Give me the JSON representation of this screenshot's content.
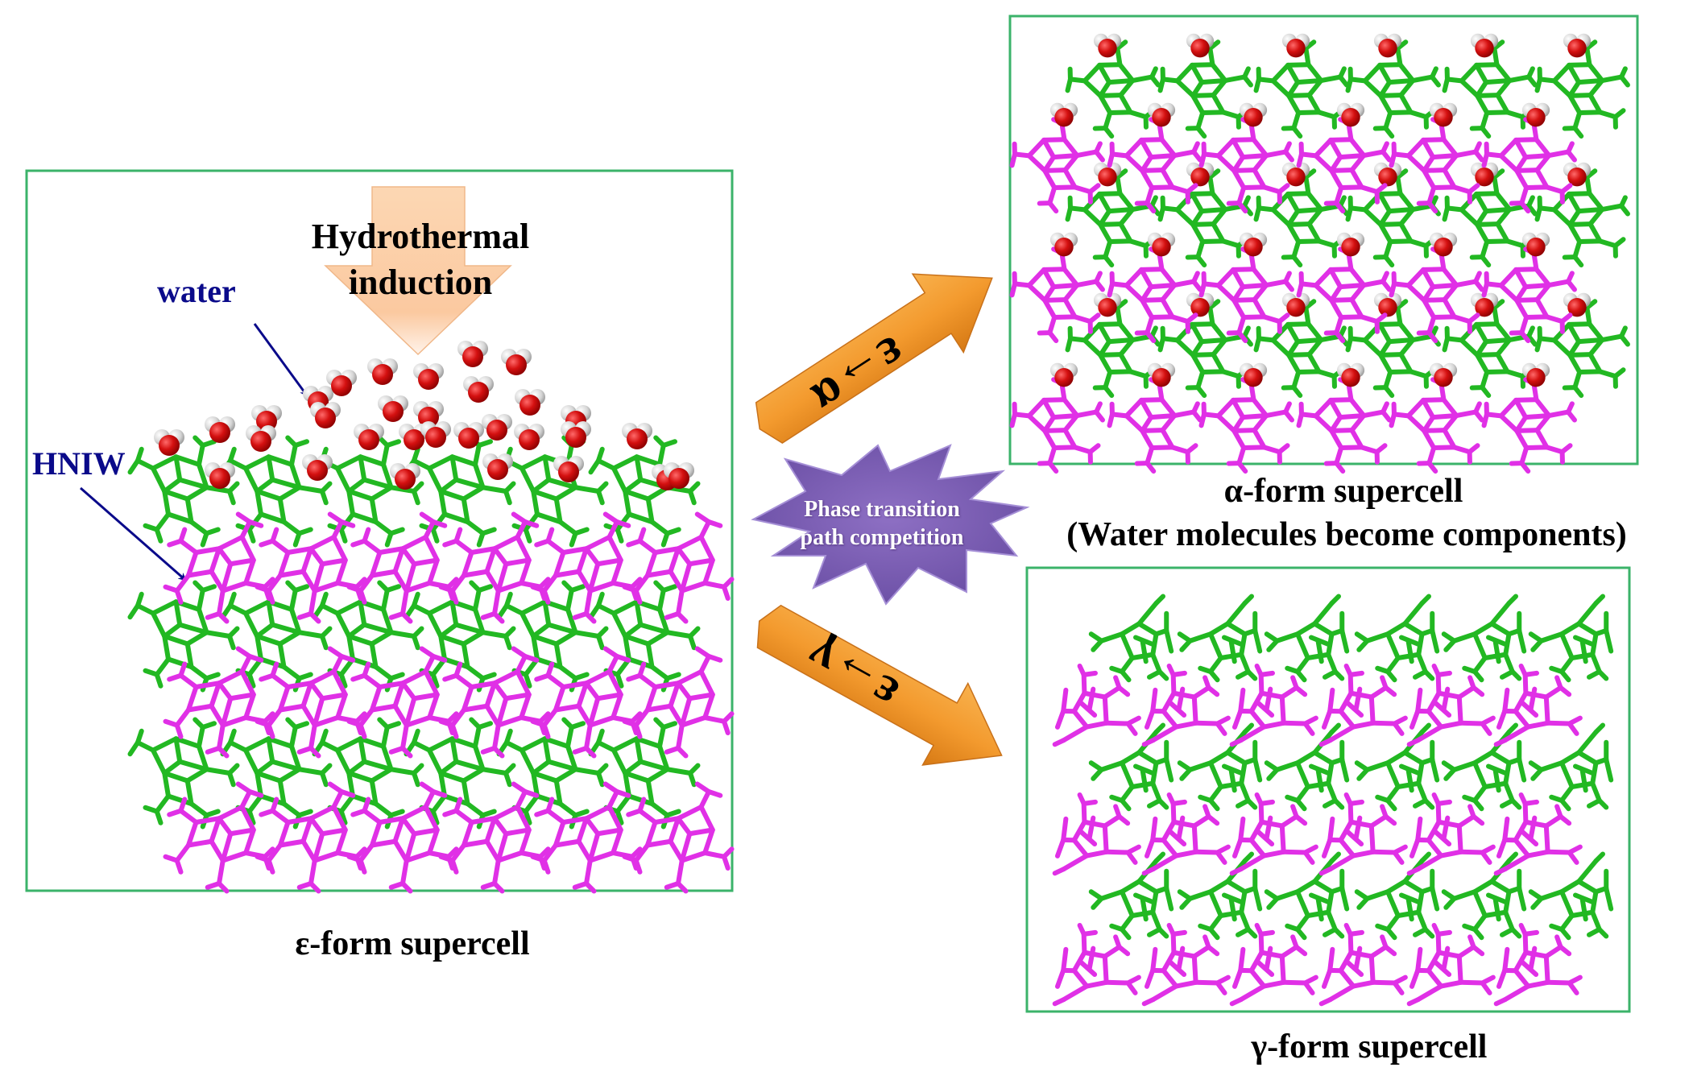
{
  "figure": {
    "epsilon_panel": {
      "caption": "ε-form supercell",
      "annotations": {
        "water_label": "water",
        "hniw_label": "HNIW",
        "hydrothermal_line1": "Hydrothermal",
        "hydrothermal_line2": "induction"
      }
    },
    "alpha_panel": {
      "caption_line1": "α-form supercell",
      "caption_line2": "(Water molecules become components)"
    },
    "gamma_panel": {
      "caption": "γ-form supercell"
    },
    "transitions": [
      {
        "label": "ε→α",
        "from": "ε",
        "to": "α"
      },
      {
        "label": "ε→γ",
        "from": "ε",
        "to": "γ"
      }
    ],
    "burst": {
      "line1": "Phase transition",
      "line2": "path competition"
    },
    "colors": {
      "panel_border": "#3bb36a",
      "molecule_green": "#22b822",
      "molecule_magenta": "#e030e6",
      "water_oxygen": "#d41010",
      "water_hydrogen": "#d8d8d8",
      "arrow_orange": "#f39a2e",
      "burst_purple": "#7d5fb5",
      "hydrothermal_arrow": "#fbd2ac",
      "annotation_blue": "#0a0a8a"
    },
    "legend": {
      "water": "water",
      "hniw": "HNIW"
    }
  }
}
